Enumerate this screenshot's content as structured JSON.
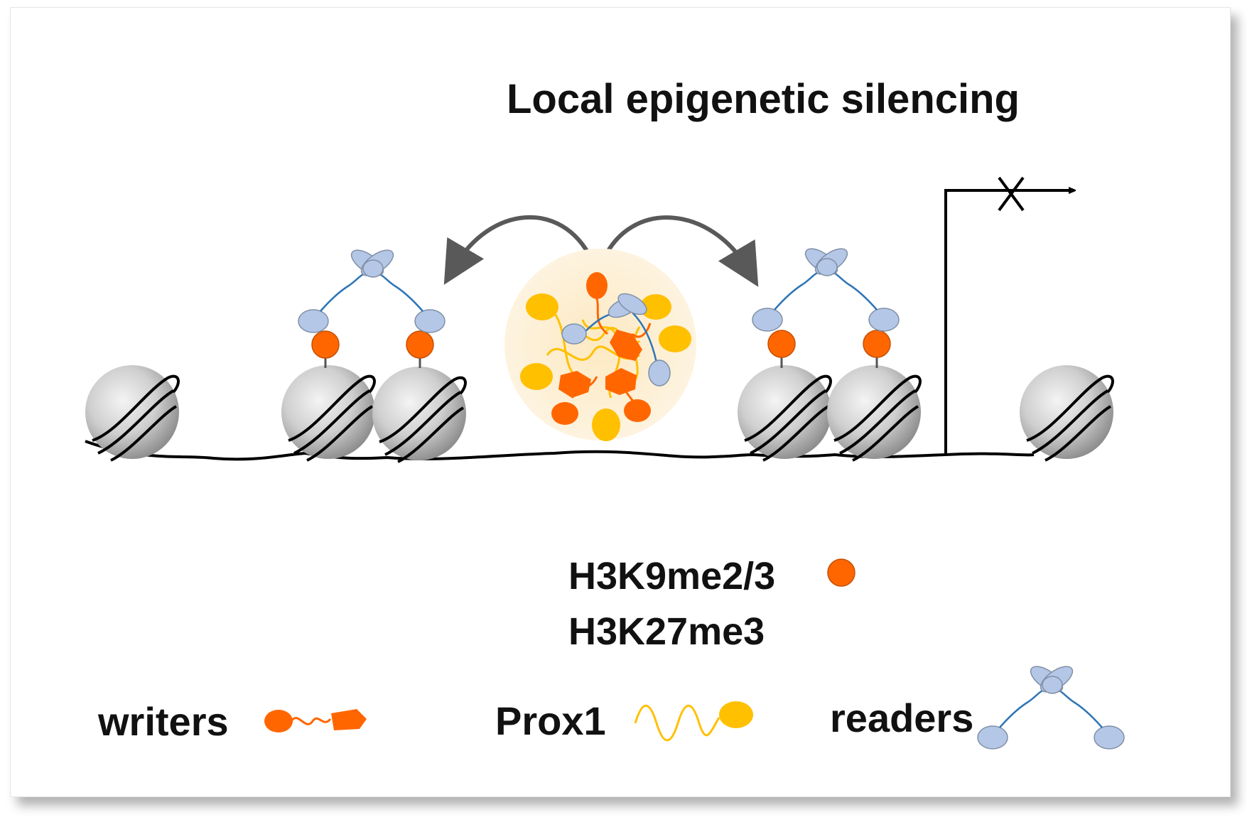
{
  "title": "Local epigenetic silencing",
  "marks": {
    "h3k9": "H3K9me2/3",
    "h3k27": "H3K27me3"
  },
  "legend": {
    "writers": "writers",
    "prox1": "Prox1",
    "readers": "readers"
  },
  "colors": {
    "writer_orange": "#ff6600",
    "prox1_yellow": "#ffc000",
    "reader_blue": "#b4c7e7",
    "reader_linker": "#2e75b6",
    "nucleosome_gray": "#bfbfbf",
    "arrow_gray": "#595959",
    "condensate_fill": "#fdf0d5"
  },
  "icons": [
    "nucleosome-icon",
    "writer-icon",
    "prox1-icon",
    "reader-icon",
    "curved-arrow-icon",
    "blocked-tss-icon"
  ]
}
